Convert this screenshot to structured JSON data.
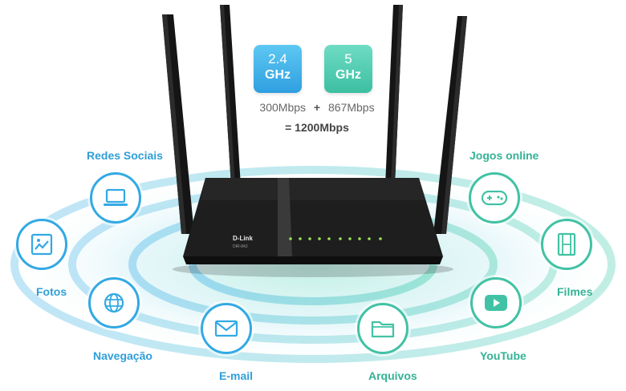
{
  "bands": {
    "b24": {
      "num": "2.4",
      "unit": "GHz"
    },
    "b5": {
      "num": "5",
      "unit": "GHz"
    }
  },
  "speeds": {
    "left": "300Mbps",
    "plus": "+",
    "right": "867Mbps",
    "total": "= 1200Mbps"
  },
  "router": {
    "brand": "D-Link",
    "model": "DIR-842"
  },
  "features": {
    "redes": "Redes Sociais",
    "fotos": "Fotos",
    "navegacao": "Navegação",
    "email": "E-mail",
    "jogos": "Jogos online",
    "filmes": "Filmes",
    "youtube": "YouTube",
    "arquivos": "Arquivos"
  },
  "icons": {
    "redes": "laptop-icon",
    "fotos": "image-icon",
    "navegacao": "globe-icon",
    "email": "envelope-icon",
    "jogos": "gamepad-icon",
    "filmes": "film-icon",
    "youtube": "play-icon",
    "arquivos": "folder-icon"
  },
  "colors": {
    "blue": "#33a9e4",
    "teal": "#41c2a4",
    "router": "#1e1e1e",
    "led": "#9be05a"
  }
}
